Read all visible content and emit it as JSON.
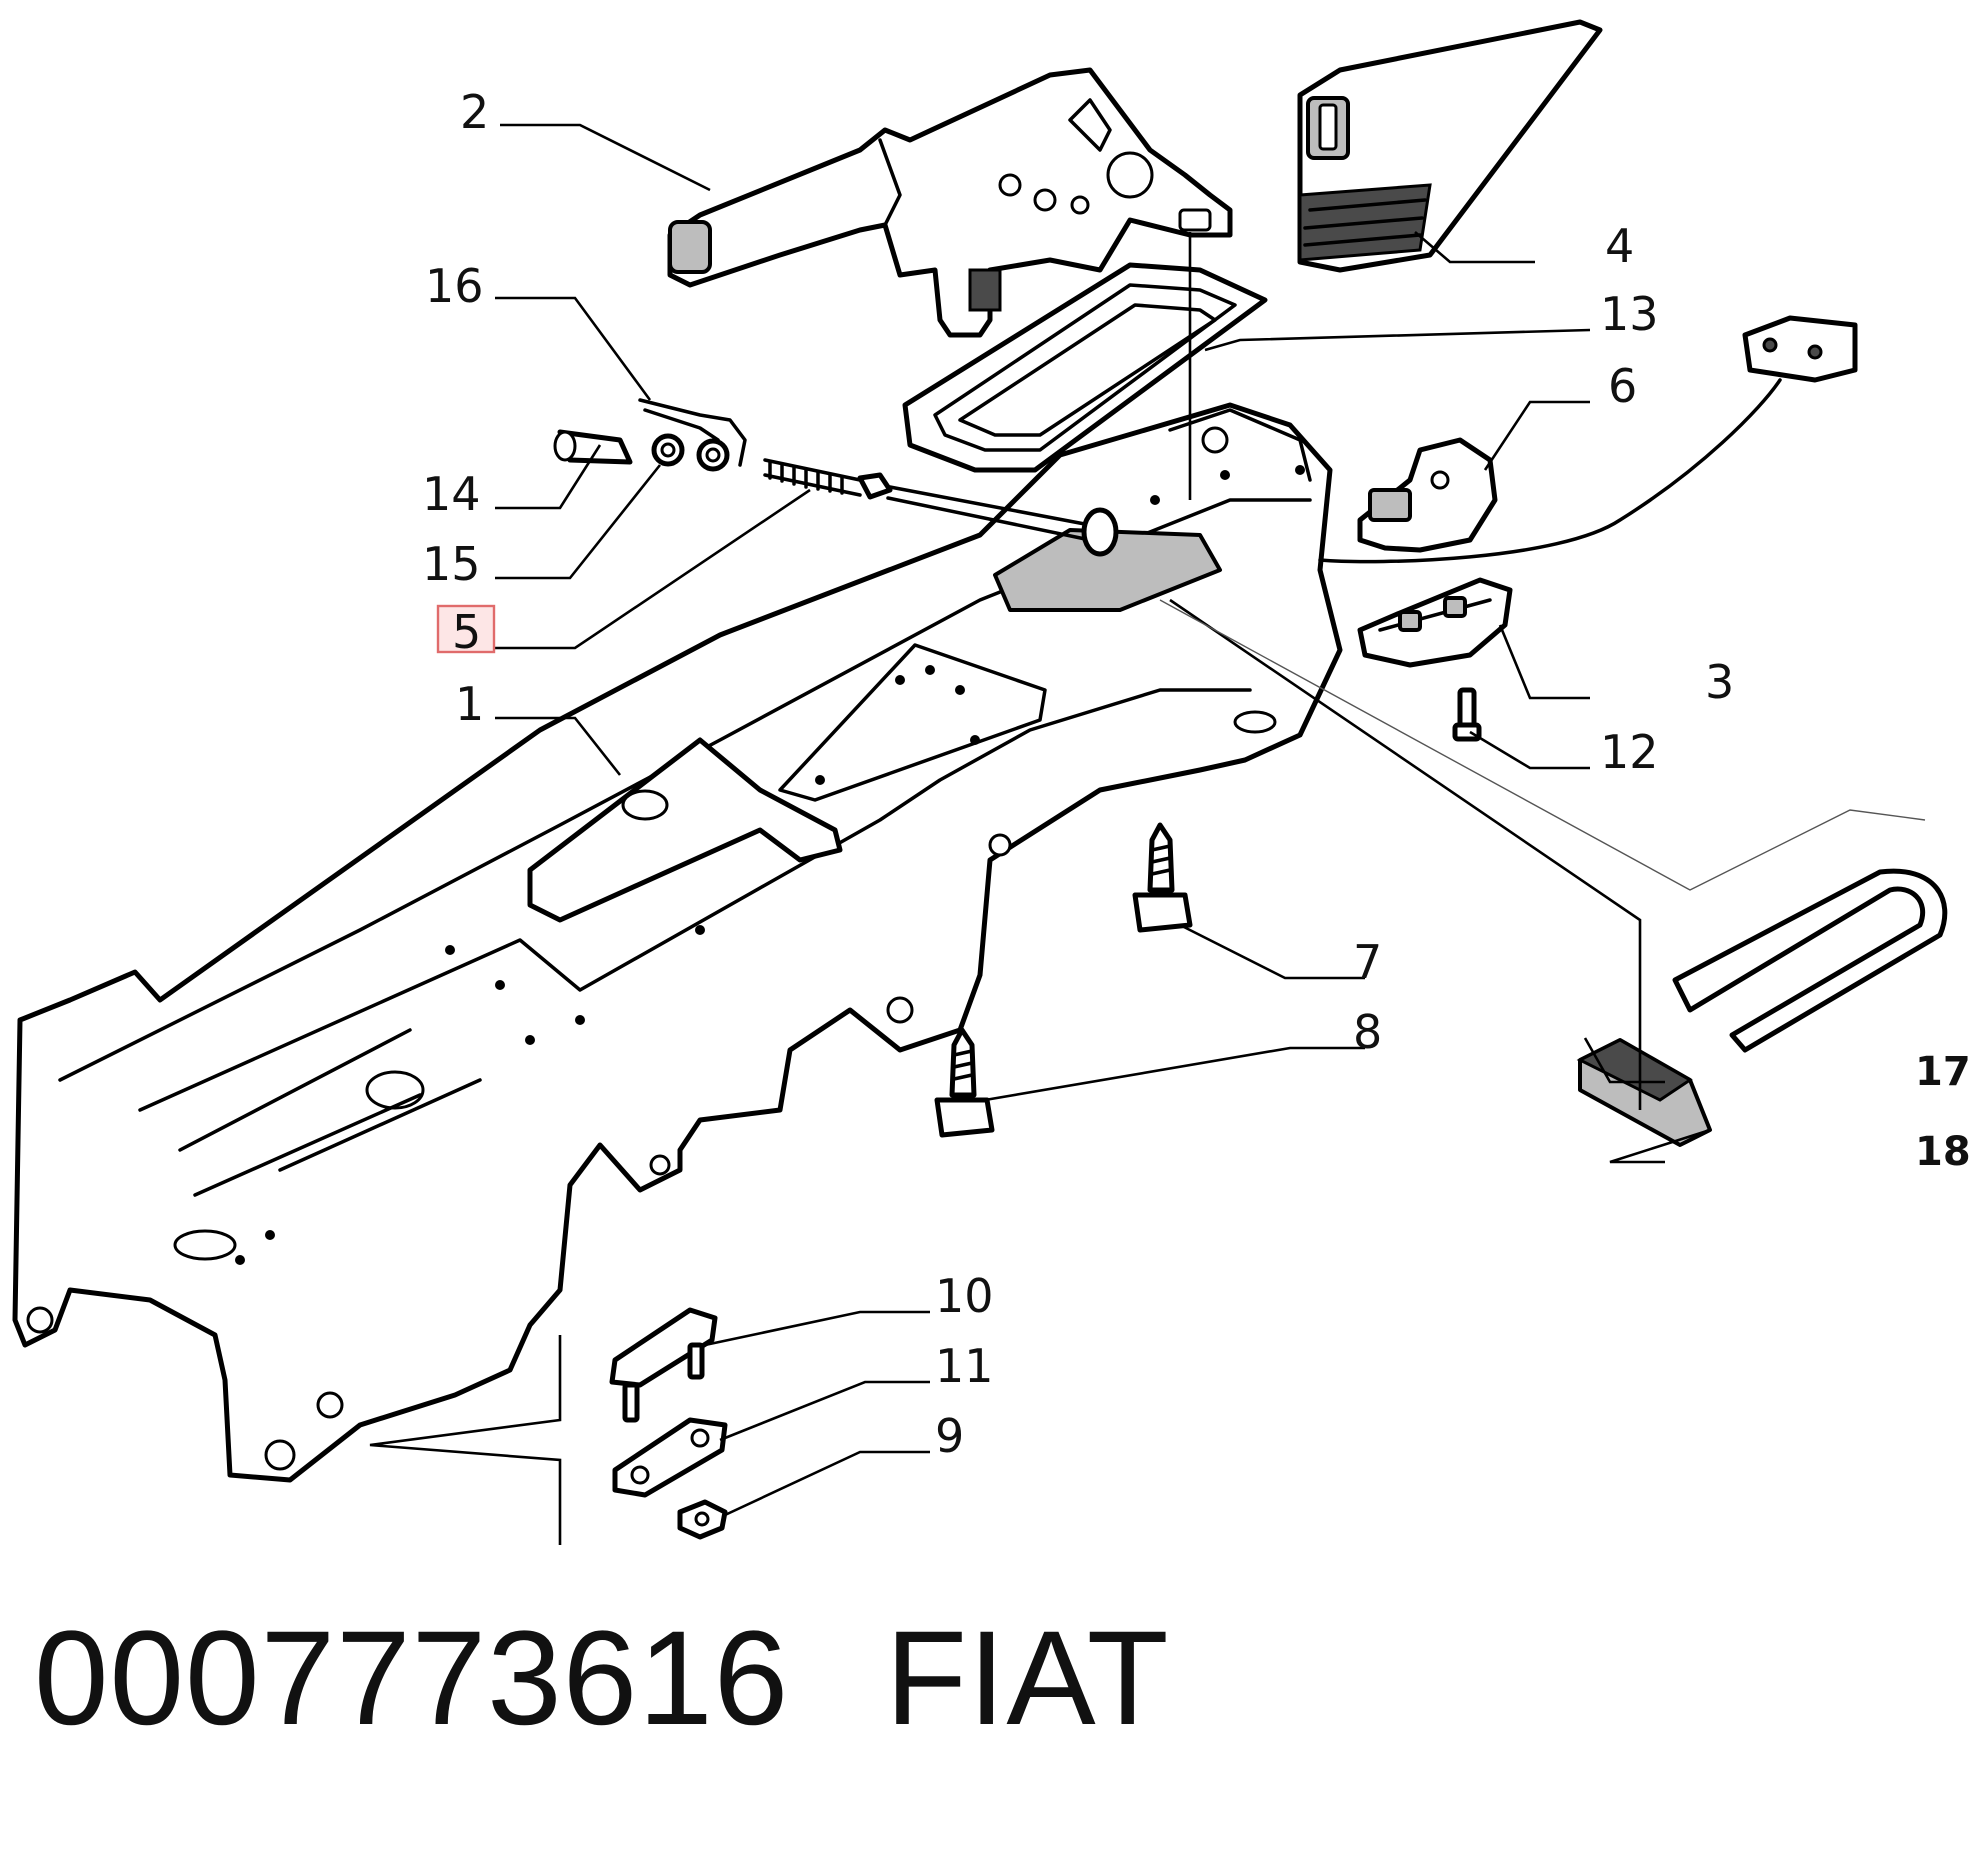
{
  "diagram": {
    "type": "exploded parts diagram",
    "highlight_color": "#e06b6b",
    "callouts": [
      {
        "id": "c1",
        "label": "1",
        "part": "tunnel bracket"
      },
      {
        "id": "c2",
        "label": "2",
        "part": "parking brake lever"
      },
      {
        "id": "c3",
        "label": "3",
        "part": "clip"
      },
      {
        "id": "c4",
        "label": "4",
        "part": "lever boot"
      },
      {
        "id": "c5",
        "label": "5",
        "part": "cable rod",
        "highlighted": true
      },
      {
        "id": "c6",
        "label": "6",
        "part": "switch"
      },
      {
        "id": "c7",
        "label": "7",
        "part": "screw"
      },
      {
        "id": "c8",
        "label": "8",
        "part": "screw"
      },
      {
        "id": "c9",
        "label": "9",
        "part": "nut"
      },
      {
        "id": "c10",
        "label": "10",
        "part": "stud plate"
      },
      {
        "id": "c11",
        "label": "11",
        "part": "plate"
      },
      {
        "id": "c12",
        "label": "12",
        "part": "bolt"
      },
      {
        "id": "c13",
        "label": "13",
        "part": "seal"
      },
      {
        "id": "c14",
        "label": "14",
        "part": "sleeve"
      },
      {
        "id": "c15",
        "label": "15",
        "part": "nut"
      },
      {
        "id": "c16",
        "label": "16",
        "part": "spring clip"
      },
      {
        "id": "c17",
        "label": "17",
        "part": "gasket"
      },
      {
        "id": "c18",
        "label": "18",
        "part": "pad"
      }
    ]
  },
  "footer": {
    "part_number": "0007773616",
    "brand": "FIAT"
  }
}
